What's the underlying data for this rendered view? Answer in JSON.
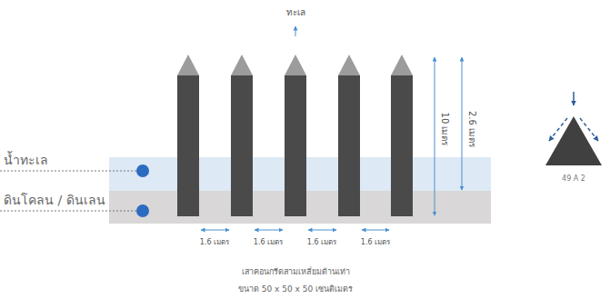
{
  "diagram": {
    "labels": [
      "ทะเล",
      "10 เมตร",
      "2.6 เมตร",
      "น้ำทะเล",
      "ดินโคลน / ดินเลน",
      "1.6 เมตร",
      "1.6 เมตร",
      "1.6 เมตร",
      "1.6 เมตร",
      "49 A 2",
      "เสาคอนกรีตสามเหลี่ยมด้านเท่า",
      "ขนาด 50 x 50 x 50 เซนติเมตร"
    ]
  }
}
